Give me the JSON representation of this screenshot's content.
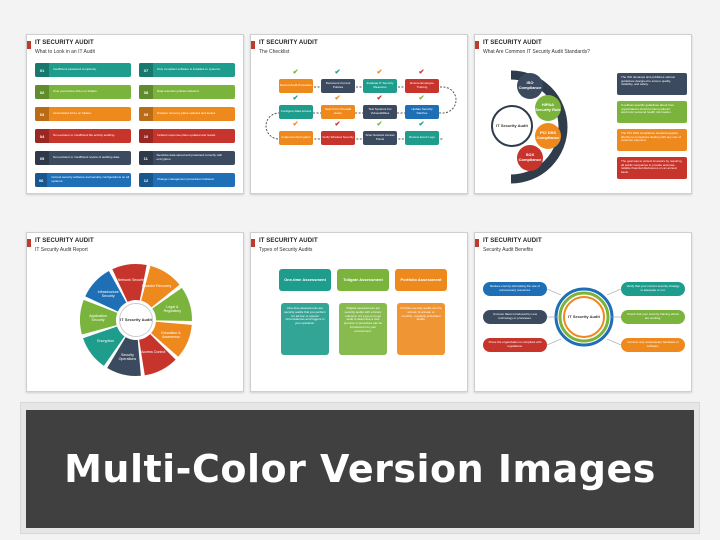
{
  "slides": [
    {
      "title": "IT SECURITY AUDIT",
      "subtitle": "What to Look in an IT Audit",
      "rows_left": [
        {
          "num": "01",
          "text": "Insufficient password complexity."
        },
        {
          "num": "02",
          "text": "Over permissive ACLs on folders."
        },
        {
          "num": "03",
          "text": "Inconsistent ACLs on folders."
        },
        {
          "num": "04",
          "text": "Non-existent or insufficient file activity auditing."
        },
        {
          "num": "05",
          "text": "Non-existent or insufficient review of auditing data."
        },
        {
          "num": "06",
          "text": "Correct security software and security configurations on all systems."
        }
      ],
      "rows_right": [
        {
          "num": "07",
          "text": "Only compliant software is installed on systems."
        },
        {
          "num": "08",
          "text": "Data retention policies followed."
        },
        {
          "num": "09",
          "text": "Disaster recovery plans updated and tested."
        },
        {
          "num": "10",
          "text": "Incident response plans updated and tested."
        },
        {
          "num": "11",
          "text": "Sensitive data stored and protected correctly with encryption."
        },
        {
          "num": "12",
          "text": "Change management procedures followed."
        }
      ]
    },
    {
      "title": "IT SECURITY AUDIT",
      "subtitle": "The Checklist",
      "row1": [
        "Record Audit Procedure",
        "Document Current Policies",
        "Evaluate IT Security Measures",
        "Ensure Employee Training"
      ],
      "row2": [
        "Configure Data Access",
        "Search For Firewall Holes",
        "Test Systems For Vulnerabilities",
        "Update Security Patches"
      ],
      "row3": [
        "Implement Encryption",
        "Verify Wireless Security",
        "Scan Network Access Points",
        "Review Event Logs"
      ],
      "check_glyph": "✔"
    },
    {
      "title": "IT SECURITY AUDIT",
      "subtitle": "What Are Common IT Security Audit Standards?",
      "center": "IT Security Audit",
      "standards": [
        {
          "label": "ISO Compliance",
          "text": "The ISO develops and publishes various guidelines designed to ensure quality, reliability, and safety."
        },
        {
          "label": "HIPAA Security Rule",
          "text": "It outlines specific guidelines about how organizations should protect patients' electronic personal health information."
        },
        {
          "label": "PCI DSS Compliance",
          "text": "The PCI DSS compliance standard applies directly to companies dealing with any sort of customer payment."
        },
        {
          "label": "SOX Compliance",
          "text": "The goal was to protect investors by requiring all public companies to provide accurate, reliable financial disclosures on an annual basis."
        }
      ]
    },
    {
      "title": "IT SECURITY AUDIT",
      "subtitle": "IT Security Audit Report",
      "center": "IT Security Audit",
      "petals": [
        "Disaster Recovery",
        "Legal & Regulatory",
        "Education & Awareness",
        "Access Control",
        "Security Operations",
        "Encryption",
        "Application Security",
        "Infrastructure Security",
        "Network Security"
      ]
    },
    {
      "title": "IT SECURITY AUDIT",
      "subtitle": "Types of Security Audits",
      "types": [
        {
          "label": "One-time Assessment",
          "text": "One-time assessments are security audits that you perform for ad-hoc or special circumstances and triggers in your operation."
        },
        {
          "label": "Tollgate Assessment",
          "text": "Tollgate assessments are security audits with a binary outcome. It's a go-or-no-go audit to determine a new process or procedure can be introduced into your environment."
        },
        {
          "label": "Portfolio Assessment",
          "text": "Portfolio security audits are the annual, bi-annual, or monthly...regularly scheduled audits."
        }
      ]
    },
    {
      "title": "IT SECURITY AUDIT",
      "subtitle": "Security Audit Benefits",
      "center": "IT Security Audit",
      "left": [
        "Reduce cost by eliminating the use of unnecessary resources.",
        "Uncover flaws introduced by new technology or processes.",
        "Prove the organization is compliant with regulations."
      ],
      "right": [
        "Verify that your current security strategy is adequate or not.",
        "Check that your security training efforts are working.",
        "Uncover any unnecessary hardware or software."
      ]
    }
  ],
  "banner": {
    "text": "Multi-Color Version Images"
  },
  "colors": {
    "teal": "#1e9c8c",
    "green": "#7bb43c",
    "orange": "#ee8a1d",
    "red": "#c6342c",
    "navy": "#3b4a5e",
    "blue": "#1f6fb6",
    "banner_bg": "#404040"
  }
}
